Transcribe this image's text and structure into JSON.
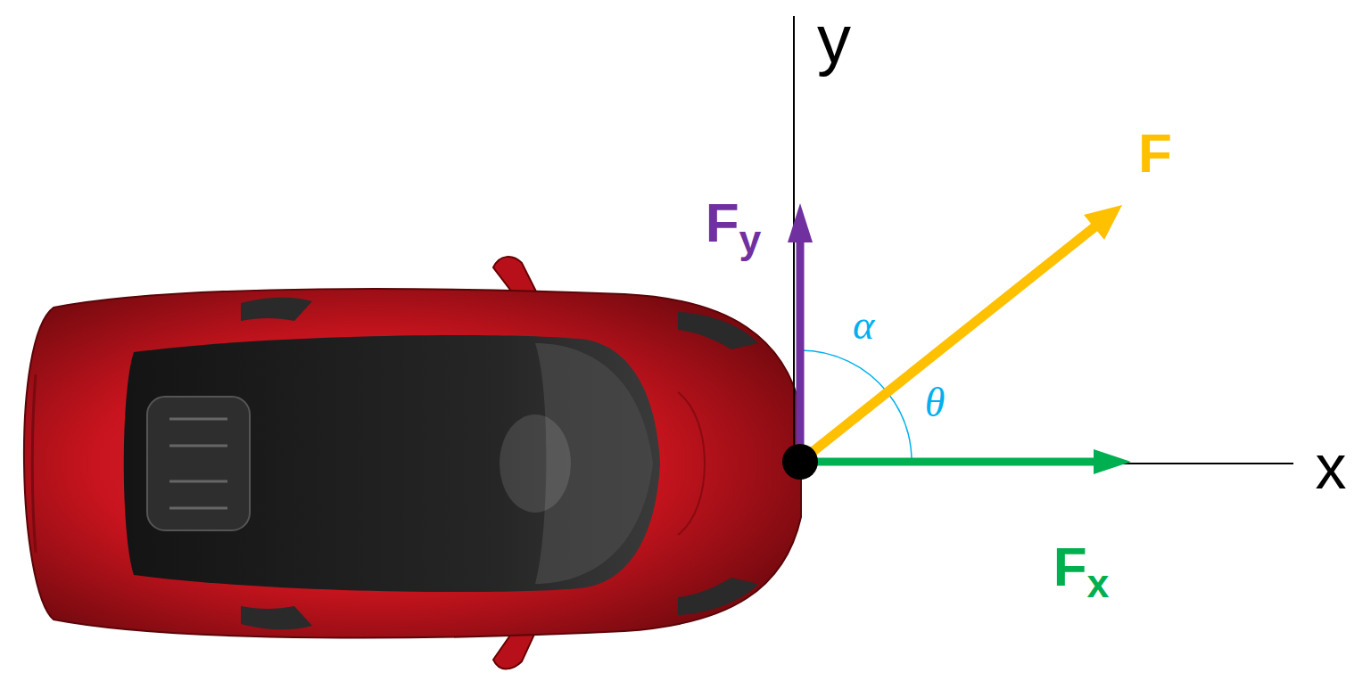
{
  "diagram": {
    "labels": [
      "y",
      "F",
      "Fy",
      "α",
      "θ",
      "x",
      "Fx"
    ]
  }
}
